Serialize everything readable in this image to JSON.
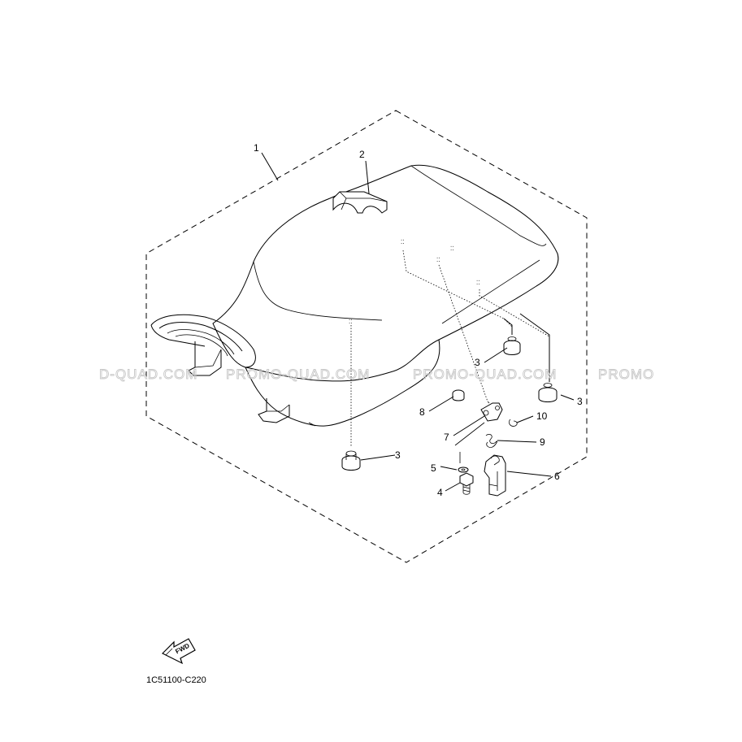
{
  "diagram": {
    "callouts": {
      "c1": "1",
      "c2": "2",
      "c3a": "3",
      "c3b": "3",
      "c3c": "3",
      "c4": "4",
      "c5": "5",
      "c6": "6",
      "c7": "7",
      "c8": "8",
      "c9": "9",
      "c10": "10"
    },
    "watermarks": [
      "D-QUAD.COM",
      "PROMO-QUAD.COM",
      "PROMO-QUAD.COM",
      "PROMO"
    ],
    "forward_arrow_label": "FWD",
    "part_code": "1C51100-C220"
  }
}
